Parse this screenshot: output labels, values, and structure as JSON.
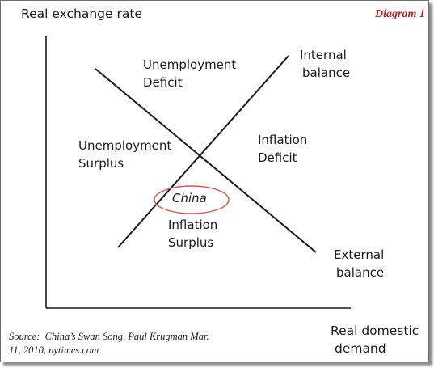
{
  "diagram": {
    "title_tag": "Diagram 1",
    "title_tag_color": "#b22222",
    "axis_y_label": "Real exchange rate",
    "axis_x_label_line1": "Real domestic",
    "axis_x_label_line2": "demand",
    "curves": {
      "internal_balance_line1": "Internal",
      "internal_balance_line2": "balance",
      "external_balance_line1": "External",
      "external_balance_line2": "balance"
    },
    "regions": {
      "top_line1": "Unemployment",
      "top_line2": "Deficit",
      "left_line1": "Unemployment",
      "left_line2": "Surplus",
      "right_line1": "Inflation",
      "right_line2": "Deficit",
      "bottom_line1": "Inflation",
      "bottom_line2": "Surplus"
    },
    "highlight": {
      "label": "China",
      "ellipse_color": "#d9534f"
    },
    "source_line1": "Source:  China’s Swan Song, Paul Krugman Mar.",
    "source_line2": "11, 2010, nytimes.com"
  }
}
